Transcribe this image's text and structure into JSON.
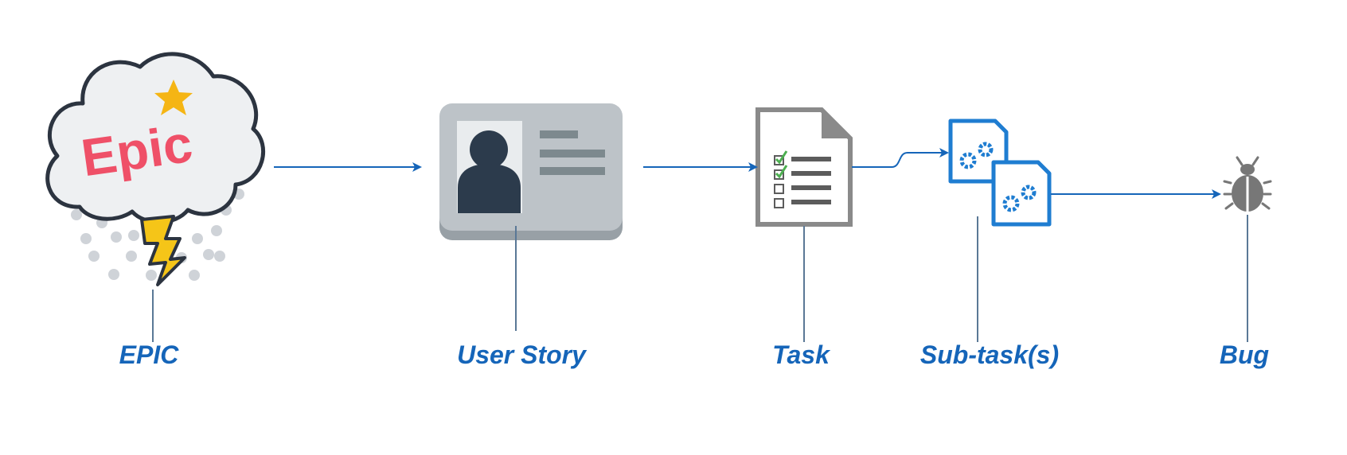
{
  "diagram": {
    "accent_color": "#1565b9",
    "connector_color": "#5a7896",
    "epic_badge_text": "Epic",
    "nodes": [
      {
        "id": "epic",
        "label": "EPIC",
        "icon": "epic-cloud-icon"
      },
      {
        "id": "user-story",
        "label": "User Story",
        "icon": "id-card-icon"
      },
      {
        "id": "task",
        "label": "Task",
        "icon": "checklist-document-icon"
      },
      {
        "id": "sub-tasks",
        "label": "Sub-task(s)",
        "icon": "gear-documents-icon"
      },
      {
        "id": "bug",
        "label": "Bug",
        "icon": "bug-icon"
      }
    ]
  }
}
